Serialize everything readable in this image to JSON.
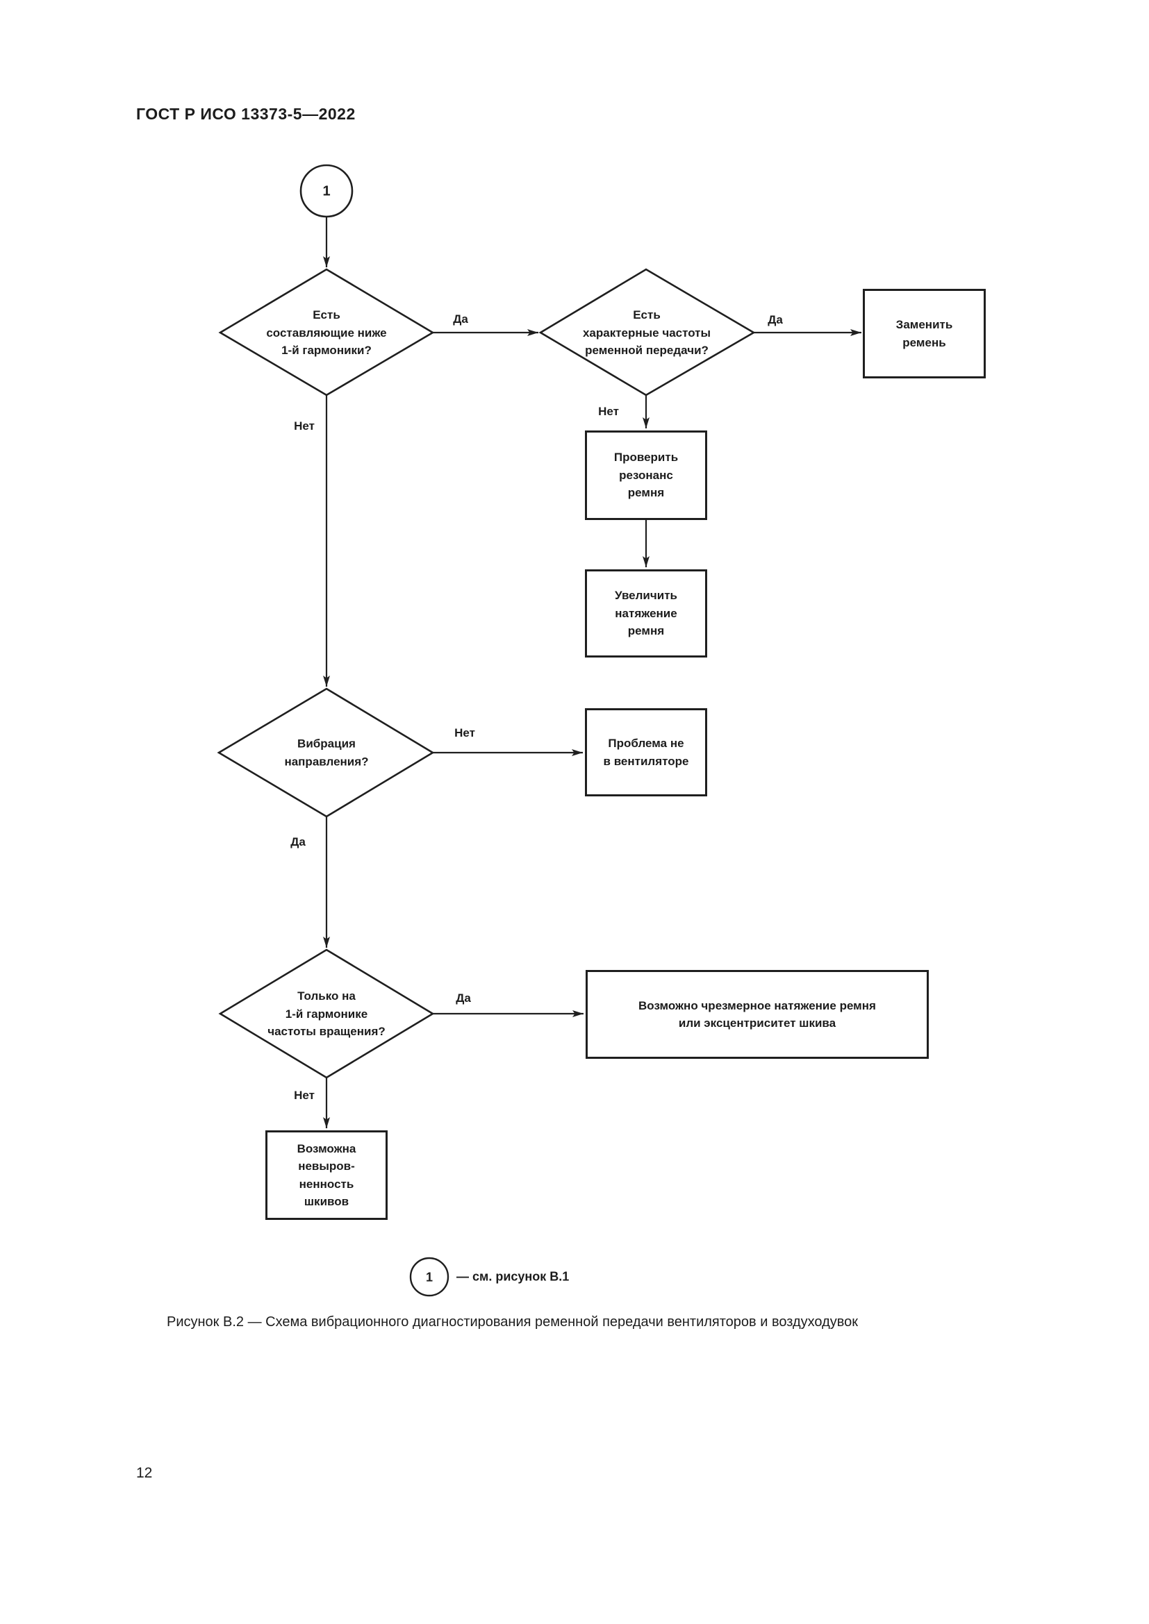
{
  "page": {
    "header": "ГОСТ Р ИСО 13373-5—2022",
    "caption": "Рисунок В.2 — Схема вибрационного диагностирования ременной передачи вентиляторов и воздуходувок",
    "page_number": "12"
  },
  "flowchart": {
    "start_connector": "1",
    "decisions": {
      "below_first_harmonic": "Есть\nсоставляющие ниже\n1-й гармоники?",
      "belt_frequencies": "Есть\nхарактерные частоты\nременной передачи?",
      "vibration_direction": "Вибрация\nнаправления?",
      "only_first_harmonic": "Только на\n1-й гармонике\nчастоты вращения?"
    },
    "actions": {
      "replace_belt": "Заменить\nремень",
      "check_belt_resonance": "Проверить\nрезонанс\nремня",
      "increase_belt_tension": "Увеличить\nнатяжение\nремня",
      "problem_not_fan": "Проблема не\nв вентиляторе",
      "excessive_tension_or_eccentricity": "Возможно чрезмерное натяжение ремня\nили эксцентриситет шкива",
      "pulley_misalignment": "Возможна\nневыров-\nненность\nшкивов"
    },
    "edge_labels": {
      "d1_yes": "Да",
      "d1_no": "Нет",
      "d2_yes": "Да",
      "d2_no": "Нет",
      "d3_no": "Нет",
      "d3_yes": "Да",
      "d4_yes": "Да",
      "d4_no": "Нет"
    },
    "legend": {
      "connector": "1",
      "note": "— см. рисунок В.1"
    }
  }
}
